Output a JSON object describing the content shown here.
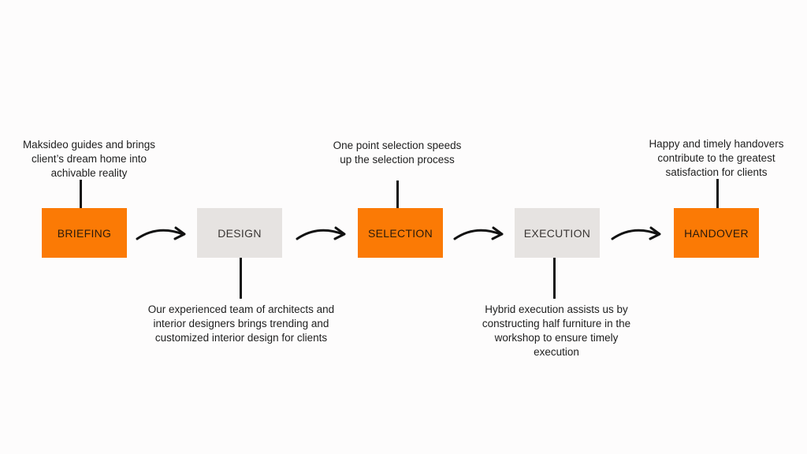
{
  "steps": [
    {
      "label": "BRIEFING",
      "description": "Maksideo guides and brings client’s dream home into achivable reality",
      "color": "#fb7a05"
    },
    {
      "label": "DESIGN",
      "description": "Our experienced team of architects and interior designers brings trending and customized interior design for clients",
      "color": "#e6e3e1"
    },
    {
      "label": "SELECTION",
      "description": "One point selection speeds up the selection process",
      "color": "#fb7a05"
    },
    {
      "label": "EXECUTION",
      "description": "Hybrid execution assists us by constructing half furniture in the workshop to ensure timely execution",
      "color": "#e6e3e1"
    },
    {
      "label": "HANDOVER",
      "description": "Happy and timely handovers contribute to the greatest satisfaction for clients",
      "color": "#fb7a05"
    }
  ],
  "connector_icon": "curved-arrow-icon"
}
